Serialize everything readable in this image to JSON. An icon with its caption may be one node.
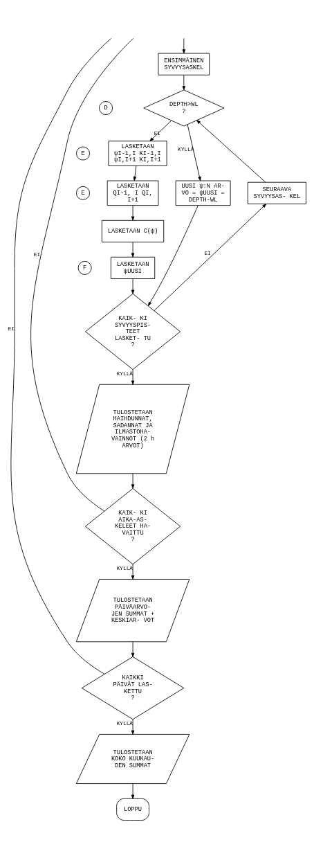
{
  "diagram": {
    "nodes": [
      {
        "text": [
          "ENSIMMÄINEN SYVYYSASKEL"
        ]
      },
      {
        "text": [
          "DEPTH>WL",
          "?"
        ]
      },
      {
        "text": [
          "LASKETAAN ψI-1,I KI-1,I ψI,I+1 KI,I+1"
        ]
      },
      {
        "text": [
          "LASKETAAN QI-1, I QI, I+1"
        ]
      },
      {
        "text": [
          "LASKETAAN C(ψ)"
        ]
      },
      {
        "text": [
          "LASKETAAN ψUUSI"
        ]
      },
      {
        "text": [
          "KAIK- KI SYVYYSPIS- TEET LASKET- TU",
          "?"
        ]
      },
      {
        "text": [
          "TULOSTETAAN HAIHDUNNAT, SADANNAT JA ILMASTOHA- VAINNOT (2 h ARVOT)"
        ]
      },
      {
        "text": [
          "KAIK- KI AIKA-AS- KELEET HA- VAITTU",
          "?"
        ]
      },
      {
        "text": [
          "TULOSTETAAN PÄIVÄARVO- JEN SUMMAT + KESKIAR- VOT"
        ]
      },
      {
        "text": [
          "KAIKKI PÄIVÄT LAS- KETTU",
          "?"
        ]
      },
      {
        "text": [
          "TULOSTETAAN KOKO KUUKAU- DEN SUMMAT"
        ]
      },
      {
        "text": [
          "LOPPU"
        ]
      },
      {
        "text": [
          "SEURAAVA SYVYYSAS- KEL"
        ]
      },
      {
        "text": [
          "UUSI ψ:N AR- VO = ψUUSI = DEPTH-WL"
        ]
      },
      {
        "text": [
          "D"
        ]
      },
      {
        "text": [
          "E"
        ]
      },
      {
        "text": [
          "E"
        ]
      },
      {
        "text": [
          "F"
        ]
      }
    ],
    "edges": [
      {
        "from": null,
        "to": 0,
        "arrow": "to"
      },
      {
        "from": 0,
        "to": 1,
        "arrow": "to"
      },
      {
        "from": 13,
        "to": 1,
        "arrow": "to"
      },
      {
        "from": 1,
        "to": 2,
        "arrow": "to",
        "label": "EI"
      },
      {
        "from": 1,
        "to": 14,
        "arrow": "to",
        "label": "KYLLÄ"
      },
      {
        "from": 2,
        "to": 3,
        "arrow": "to"
      },
      {
        "from": 3,
        "to": 4,
        "arrow": "to"
      },
      {
        "from": 4,
        "to": 5,
        "arrow": "to"
      },
      {
        "from": 5,
        "to": 6,
        "arrow": "to"
      },
      {
        "from": 14,
        "to": 6,
        "arrow": "to"
      },
      {
        "from": 6,
        "to": 13,
        "arrow": "to",
        "label": "EI"
      },
      {
        "from": 6,
        "to": 7,
        "arrow": "to",
        "label": "KYLLÄ"
      },
      {
        "from": 7,
        "to": 8,
        "arrow": "to"
      },
      {
        "from": 8,
        "to": null,
        "arrow": "none",
        "label": "EI"
      },
      {
        "from": 8,
        "to": 9,
        "arrow": "to",
        "label": "KYLLÄ"
      },
      {
        "from": 9,
        "to": 10,
        "arrow": "to"
      },
      {
        "from": 10,
        "to": null,
        "arrow": "none",
        "label": "EI"
      },
      {
        "from": 10,
        "to": 11,
        "arrow": "to",
        "label": "KYLLÄ"
      },
      {
        "from": 11,
        "to": 12,
        "arrow": "to"
      }
    ]
  }
}
